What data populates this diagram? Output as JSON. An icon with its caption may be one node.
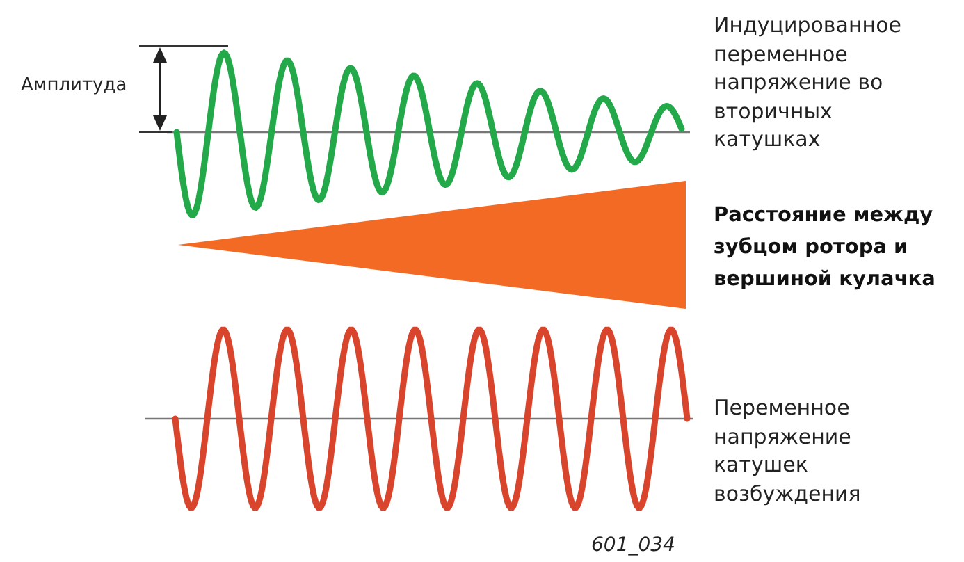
{
  "diagram": {
    "nodes": [
      {
        "text": [],
        "shape": "triangle"
      }
    ],
    "labels": [
      "Амплитуда",
      "Индуцированное переменное напряжение во вторичных катушках",
      "Расстояние между зубцом ротора и вершиной кулачка",
      "Переменное напряжение катушек возбуждения",
      "601_034"
    ]
  }
}
